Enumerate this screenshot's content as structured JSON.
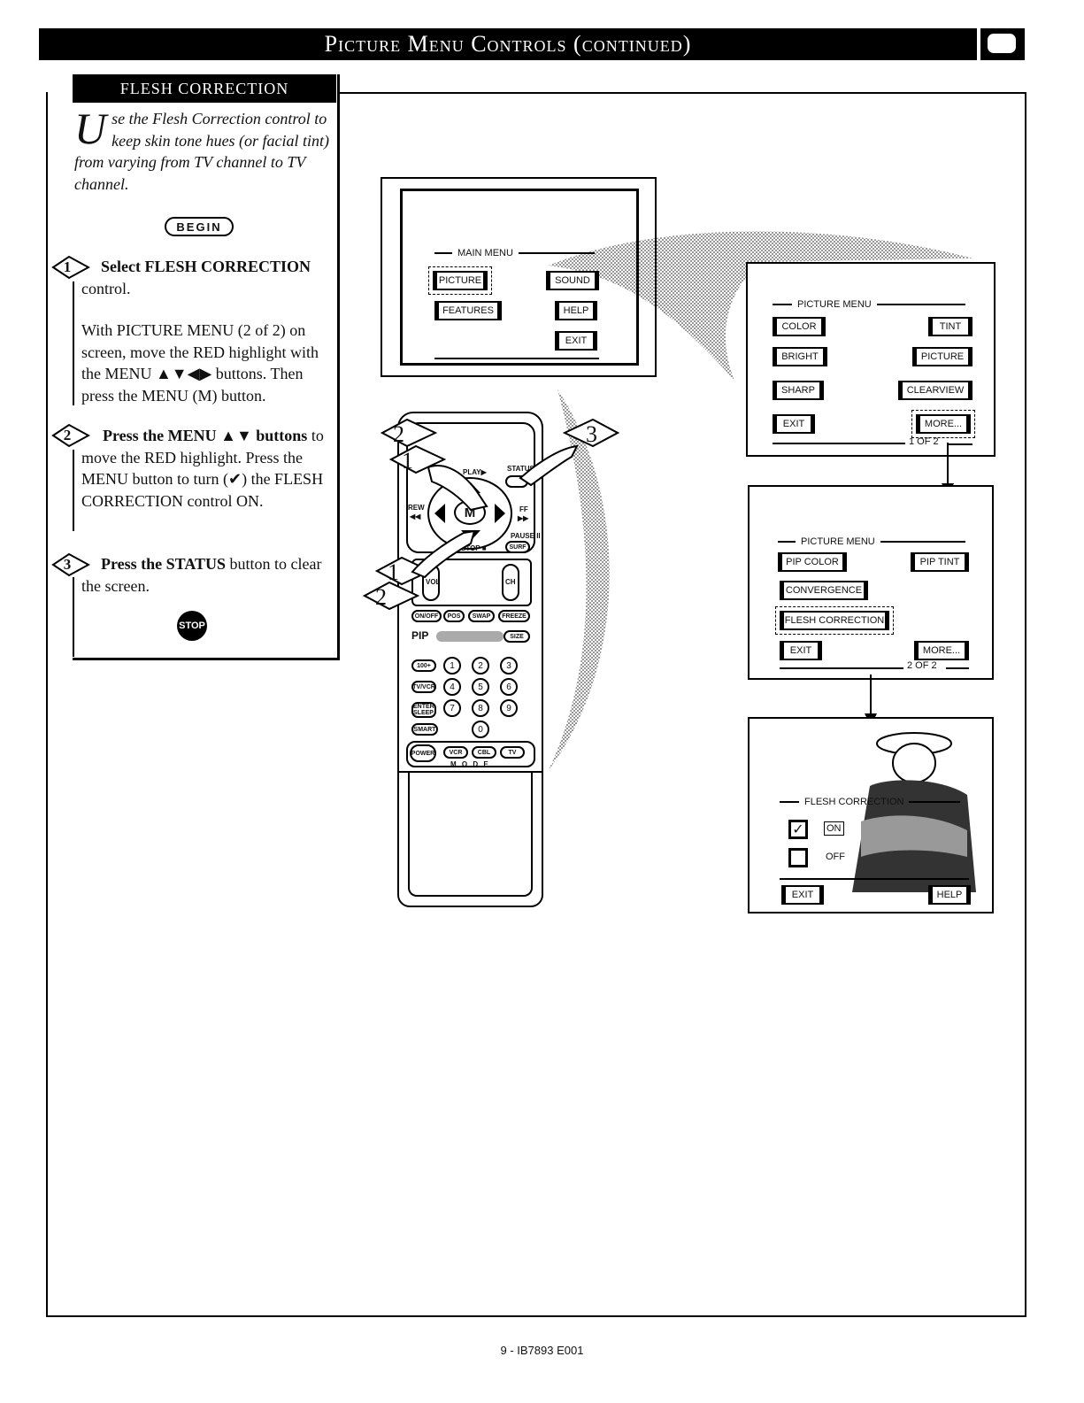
{
  "header": {
    "title": "Picture Menu Controls (continued)"
  },
  "left": {
    "heading": "FLESH CORRECTION",
    "intro_dropcap": "U",
    "intro_rest": "se the Flesh Correction control to keep skin tone hues (or facial tint) from varying from TV channel to TV channel.",
    "begin_label": "BEGIN",
    "steps": [
      {
        "num": "1",
        "bold": "Select FLESH CORRECTION",
        "rest": " control.",
        "detail": "With PICTURE MENU (2 of 2) on screen, move the RED highlight with the MENU ▲▼◀▶ buttons. Then press the MENU (M) button."
      },
      {
        "num": "2",
        "bold": "Press the MENU ▲▼ buttons",
        "rest": " to move the RED highlight. Press the MENU button to turn (✔) the FLESH CORRECTION control ON."
      },
      {
        "num": "3",
        "bold": "Press the STATUS",
        "rest": " button to clear the screen."
      }
    ],
    "stop_label": "STOP"
  },
  "main_menu": {
    "label": "MAIN MENU",
    "buttons": {
      "picture": "PICTURE",
      "sound": "SOUND",
      "features": "FEATURES",
      "help": "HELP",
      "exit": "EXIT"
    }
  },
  "picture_menu_1": {
    "label": "PICTURE MENU",
    "buttons": {
      "color": "COLOR",
      "tint": "TINT",
      "bright": "BRIGHT",
      "picture": "PICTURE",
      "sharp": "SHARP",
      "clearview": "CLEARVIEW",
      "exit": "EXIT",
      "more": "MORE..."
    },
    "page": "1 OF 2"
  },
  "picture_menu_2": {
    "label": "PICTURE MENU",
    "buttons": {
      "pip_color": "PIP COLOR",
      "pip_tint": "PIP TINT",
      "convergence": "CONVERGENCE",
      "flesh_correction": "FLESH CORRECTION",
      "exit": "EXIT",
      "more": "MORE..."
    },
    "page": "2 OF 2"
  },
  "flesh_screen": {
    "label": "FLESH CORRECTION",
    "on": "ON",
    "off": "OFF",
    "check": "✓",
    "exit": "EXIT",
    "help": "HELP"
  },
  "remote": {
    "play": "PLAY▶",
    "status": "STATUS",
    "rew": "REW",
    "rew_sym": "◀◀",
    "ff": "FF",
    "ff_sym": "▶▶",
    "menu": "M",
    "pause": "PAUSE II",
    "surf": "SURF",
    "stop": "STOP ■",
    "vol": "VOL",
    "ch": "CH",
    "pip_row": [
      "ON/OFF",
      "POS",
      "SWAP",
      "FREEZE"
    ],
    "pip": "PIP",
    "size": "SIZE",
    "keys": [
      "100+",
      "1",
      "2",
      "3",
      "TV/VCR",
      "4",
      "5",
      "6",
      "ENTER SLEEP",
      "7",
      "8",
      "9",
      "SMART",
      "0"
    ],
    "power": "POWER",
    "mode_buttons": [
      "VCR",
      "CBL",
      "TV"
    ],
    "mode": "M O D E"
  },
  "callouts": {
    "one": "1",
    "two": "2",
    "three": "3"
  },
  "footer": "9 - IB7893 E001"
}
